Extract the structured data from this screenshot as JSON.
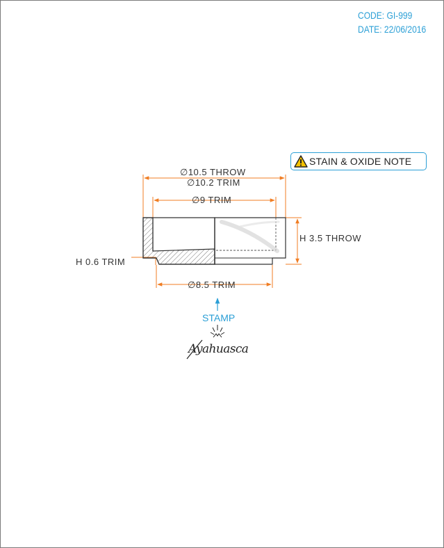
{
  "header": {
    "code": "CODE: GI-999",
    "date": "DATE: 22/06/2016"
  },
  "note": {
    "label": "STAIN & OXIDE NOTE",
    "icon": "warning-triangle-icon"
  },
  "dimensions": {
    "outer_throw": "∅10.5 THROW",
    "outer_trim": "∅10.2 TRIM",
    "inner_trim": "∅9 TRIM",
    "height_throw": "H 3.5 THROW",
    "height_trim": "H 0.6 TRIM",
    "base_trim": "∅8.5 TRIM"
  },
  "stamp": {
    "label": "STAMP",
    "logo_text": "Ayahuasca"
  },
  "colors": {
    "dimension": "#f07d23",
    "accent": "#2b9fd6",
    "outline": "#333333",
    "warning": "#f5c200"
  }
}
